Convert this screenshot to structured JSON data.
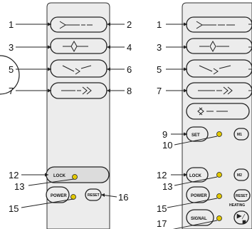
{
  "left_panel": {
    "callouts": [
      "1",
      "2",
      "3",
      "4",
      "5",
      "6",
      "7",
      "8",
      "12",
      "13",
      "15",
      "16"
    ],
    "buttons": {
      "lock": "LOCK",
      "power": "POWER",
      "reset": "RESET"
    }
  },
  "right_panel": {
    "callouts": [
      "1",
      "3",
      "5",
      "7",
      "9",
      "10",
      "12",
      "13",
      "15",
      "17"
    ],
    "buttons": {
      "set": "SET",
      "m1": "M1",
      "lock": "LOCK",
      "m2": "M2",
      "power": "POWER",
      "reset": "RESET",
      "heating": "HEATING",
      "signal": "SIGNAL"
    }
  },
  "colors": {
    "panel": "#ececec",
    "indicator": "#e2c800",
    "outline": "#222222"
  }
}
